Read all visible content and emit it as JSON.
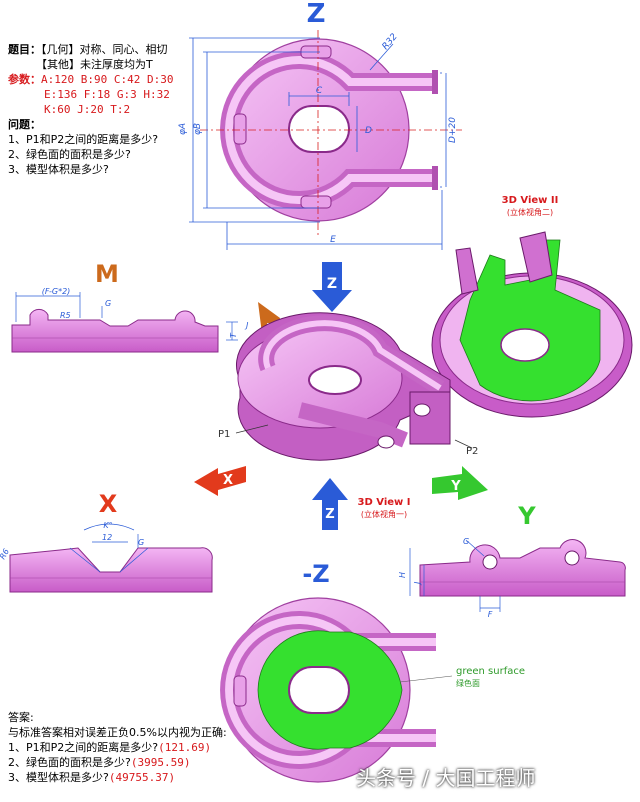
{
  "header": {
    "title_label": "题目：",
    "title_geo": "【几何】对称、同心、相切",
    "title_other": "【其他】未注厚度均为T",
    "params_label": "参数：",
    "params": [
      "A:120 B:90 C:42 D:30",
      "E:136 F:18 G:3 H:32",
      "K:60 J:20 T:2"
    ],
    "questions_label": "问题：",
    "questions": [
      "1、P1和P2之间的距离是多少?",
      "2、绿色面的面积是多少?",
      "3、模型体积是多少?"
    ]
  },
  "views": {
    "top_z": "Z",
    "m": "M",
    "x": "X",
    "y": "Y",
    "neg_z": "-Z",
    "view2_title": "3D View II",
    "view2_sub": "(立体视角二)",
    "view1_title": "3D View I",
    "view1_sub": "(立体视角一)"
  },
  "dims": {
    "r32": "R32",
    "c": "C",
    "d": "D",
    "phi_a": "φA",
    "phi_b": "φB",
    "d20": "D+20",
    "e": "E",
    "fg2": "(F-G*2)",
    "g": "G",
    "r5": "R5",
    "t": "T",
    "j": "J",
    "k": "K°",
    "v12": "12",
    "r6": "R6",
    "h": "H",
    "f": "F"
  },
  "points": {
    "p1": "P1",
    "p2": "P2"
  },
  "arrows": {
    "z": "Z",
    "m": "M",
    "x": "X",
    "y": "Y"
  },
  "legend": {
    "green_en": "green surface",
    "green_cn": "绿色面"
  },
  "answers": {
    "label": "答案:",
    "intro": "与标准答案相对误差正负0.5%以内视为正确:",
    "items": [
      {
        "q": "1、P1和P2之间的距离是多少?",
        "a": "(121.69)"
      },
      {
        "q": "2、绿色面的面积是多少?",
        "a": "(3995.59)"
      },
      {
        "q": "3、模型体积是多少?",
        "a": "(49755.37)"
      }
    ]
  },
  "watermark": "头条号 / 大国工程师",
  "colors": {
    "pink": "#e79ae7",
    "green": "#35e02f",
    "blue": "#2a5bd7",
    "orange": "#cc6a1c",
    "red": "#e23a1c",
    "yellow": "#e8a32a"
  }
}
